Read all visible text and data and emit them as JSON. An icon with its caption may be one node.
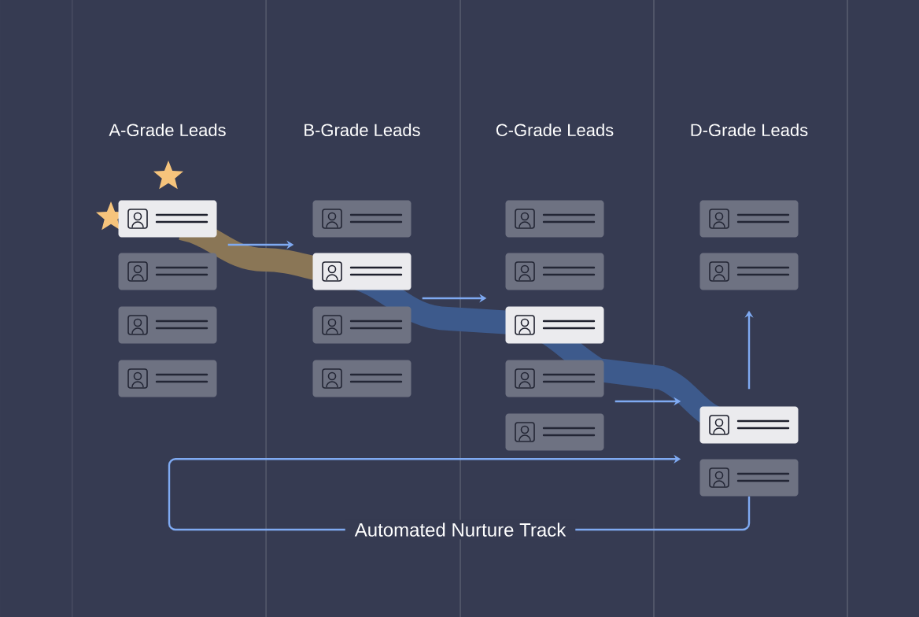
{
  "diagram": {
    "nodes": [
      {
        "text": [],
        "shape": "box"
      },
      {
        "text": [],
        "shape": "box"
      },
      {
        "text": [],
        "shape": "box"
      },
      {
        "text": [],
        "shape": "box"
      },
      {
        "text": [],
        "shape": "box"
      },
      {
        "text": [],
        "shape": "box"
      },
      {
        "text": [],
        "shape": "box"
      },
      {
        "text": [],
        "shape": "box"
      },
      {
        "text": [],
        "shape": "box"
      },
      {
        "text": [],
        "shape": "box"
      },
      {
        "text": [],
        "shape": "box"
      },
      {
        "text": [],
        "shape": "box"
      },
      {
        "text": [],
        "shape": "box"
      },
      {
        "text": [],
        "shape": "box"
      },
      {
        "text": [],
        "shape": "box"
      },
      {
        "text": [],
        "shape": "box"
      },
      {
        "text": [],
        "shape": "box"
      }
    ],
    "edges": [
      {
        "from": 0,
        "to": 5,
        "arrow": "to"
      },
      {
        "from": 5,
        "to": 10,
        "arrow": "to"
      },
      {
        "from": 11,
        "to": 15,
        "arrow": "to"
      },
      {
        "from": 15,
        "to": 14,
        "arrow": "to"
      },
      {
        "from": 16,
        "to": 16,
        "arrow": "to",
        "label": "Automated Nurture Track"
      }
    ],
    "labels": [
      "A-Grade Leads",
      "B-Grade Leads",
      "C-Grade Leads",
      "D-Grade Leads"
    ]
  }
}
